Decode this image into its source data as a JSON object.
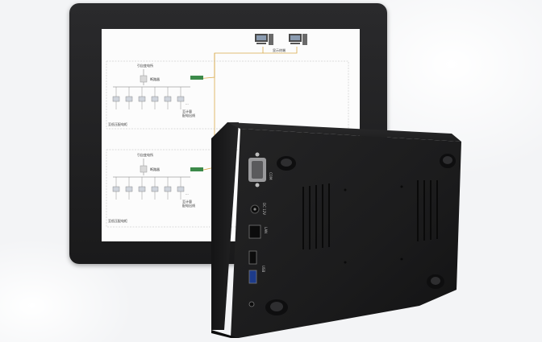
{
  "scene": {
    "description_free": true,
    "colors": {
      "bezel": "#1c1c1d",
      "screen": "#fcfcfc",
      "enclosure": "#1a1a1a",
      "wiring": "#d8a94a",
      "switch": "#3c8a4a"
    }
  },
  "screen_labels": {
    "top_pc": "显示终端",
    "group1_title": "引自变电所",
    "group1_breaker": "断路器",
    "group1_ellipsis": "...",
    "group1_footer": "至低压配电柜",
    "group1_side": "至计量",
    "group1_bus": "配电出线",
    "group2_title": "引自变电所",
    "group2_breaker": "断路器",
    "group2_ellipsis": "...",
    "group2_footer": "至低压配电柜",
    "group2_side": "至计量",
    "group2_bus": "配电出线"
  },
  "ports": {
    "com": "COM",
    "dc": "DC 12V",
    "lan": "LAN",
    "usb": "USB"
  }
}
